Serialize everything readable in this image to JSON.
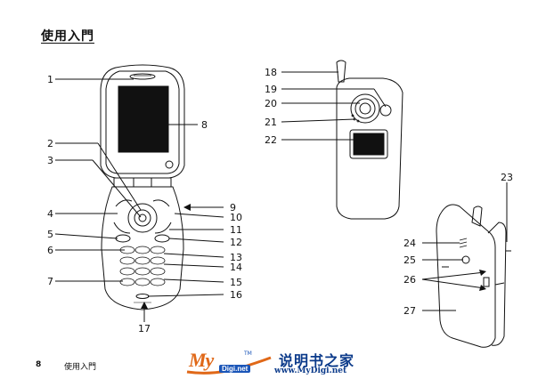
{
  "page": {
    "title": "使用入門",
    "footer": {
      "page_number": "8",
      "section": "使用入門"
    }
  },
  "callouts": [
    "1",
    "2",
    "3",
    "4",
    "5",
    "6",
    "7",
    "8",
    "9",
    "10",
    "11",
    "12",
    "13",
    "14",
    "15",
    "16",
    "17",
    "18",
    "19",
    "20",
    "21",
    "22",
    "23",
    "24",
    "25",
    "26",
    "27"
  ],
  "logo": {
    "mark": "My",
    "trademark": "TM",
    "badge": "Digi.net",
    "title": "说明书之家",
    "url": "www.MyDigi.net",
    "colors": {
      "orange": "#e06818",
      "blue": "#0b3a8a"
    }
  }
}
